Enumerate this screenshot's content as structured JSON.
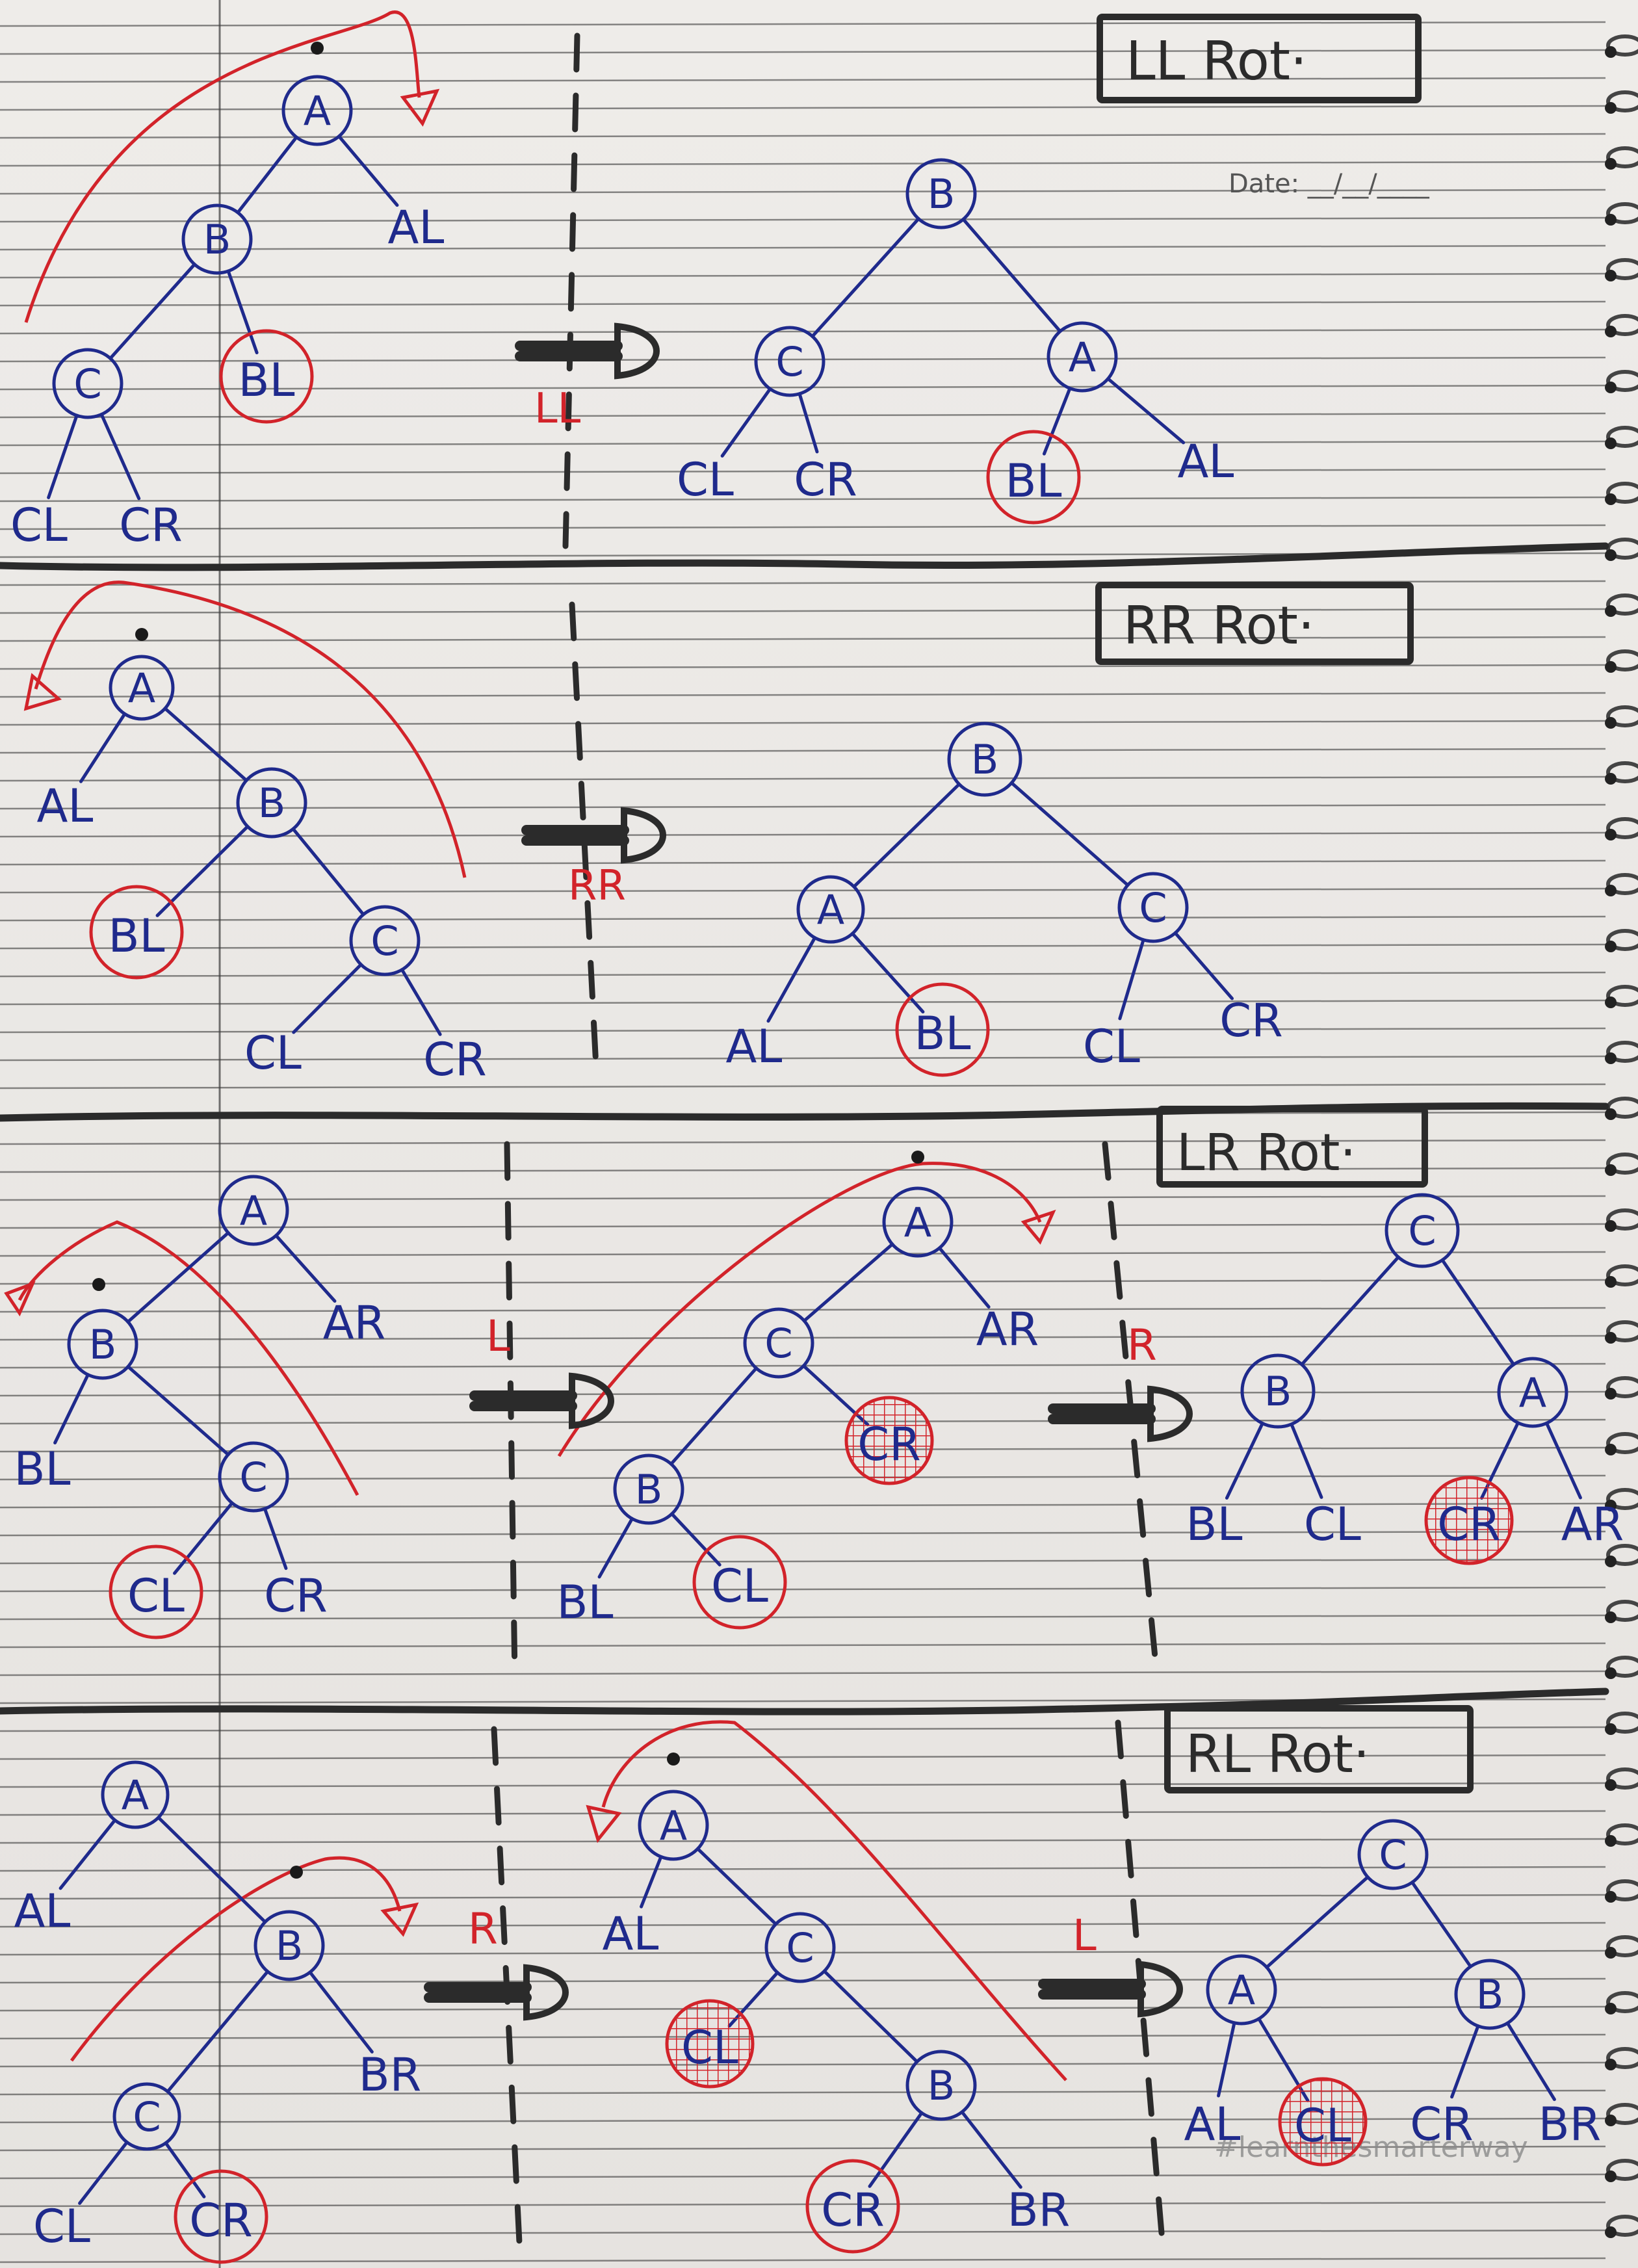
{
  "sections": [
    {
      "title": "LL Rot·",
      "steps": [
        "LL"
      ]
    },
    {
      "title": "RR Rot·",
      "steps": [
        "RR"
      ]
    },
    {
      "title": "LR Rot·",
      "steps": [
        "L",
        "R"
      ]
    },
    {
      "title": "RL Rot·",
      "steps": [
        "R",
        "L"
      ]
    }
  ],
  "date_label": "Date: __/__/____",
  "hashtag": "#learnthesmarterway",
  "colors": {
    "blue_ink": "#1f2a8c",
    "red_ink": "#d2232a",
    "marker": "#2b2b2b",
    "paper": "#ebe8e5"
  },
  "trees": {
    "ll_before": {
      "nodes": [
        "A",
        "B",
        "C"
      ],
      "leaves": [
        "AL",
        "BL",
        "CL",
        "CR"
      ]
    },
    "ll_after": {
      "nodes": [
        "B",
        "C",
        "A"
      ],
      "leaves": [
        "CL",
        "CR",
        "BL",
        "AL"
      ]
    },
    "rr_before": {
      "nodes": [
        "A",
        "B",
        "C"
      ],
      "leaves": [
        "AL",
        "BL",
        "CL",
        "CR"
      ]
    },
    "rr_after": {
      "nodes": [
        "B",
        "A",
        "C"
      ],
      "leaves": [
        "AL",
        "BL",
        "CL",
        "CR"
      ]
    },
    "lr_before": {
      "nodes": [
        "A",
        "B",
        "C"
      ],
      "leaves": [
        "AR",
        "BL",
        "CL",
        "CR"
      ]
    },
    "lr_mid": {
      "nodes": [
        "A",
        "C",
        "B"
      ],
      "leaves": [
        "AR",
        "CR",
        "BL",
        "CL"
      ]
    },
    "lr_after": {
      "nodes": [
        "C",
        "B",
        "A"
      ],
      "leaves": [
        "BL",
        "CL",
        "CR",
        "AR"
      ]
    },
    "rl_before": {
      "nodes": [
        "A",
        "B",
        "C"
      ],
      "leaves": [
        "AL",
        "BR",
        "CL",
        "CR"
      ]
    },
    "rl_mid": {
      "nodes": [
        "A",
        "C",
        "B"
      ],
      "leaves": [
        "AL",
        "CL",
        "CR",
        "BR"
      ]
    },
    "rl_after": {
      "nodes": [
        "C",
        "A",
        "B"
      ],
      "leaves": [
        "AL",
        "CL",
        "CR",
        "BR"
      ]
    }
  }
}
